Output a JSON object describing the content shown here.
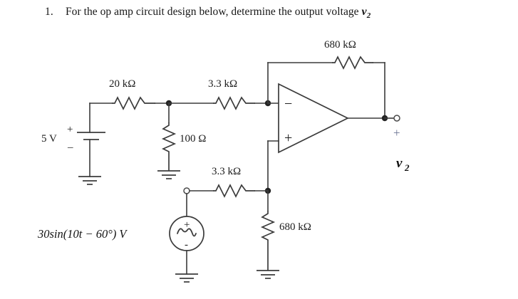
{
  "question": {
    "number": "1.",
    "text_before": "For the op amp circuit design below, determine the output voltage ",
    "variable": "v",
    "variable_sub": "2"
  },
  "circuit": {
    "title": "op-amp-circuit-schematic",
    "components": {
      "dc_source": {
        "label": "5 V",
        "plus": "+",
        "minus": "_"
      },
      "r_input": {
        "label": "20 kΩ"
      },
      "r_shunt": {
        "label": "100 Ω"
      },
      "r_series_top": {
        "label": "3.3 kΩ"
      },
      "r_feedback": {
        "label": "680 kΩ"
      },
      "r_series_bottom": {
        "label": "3.3 kΩ"
      },
      "r_ground": {
        "label": "680 kΩ"
      },
      "ac_source": {
        "label": "30sin(10t − 60°) V",
        "plus": "+",
        "minus": "-"
      },
      "opamp": {
        "inverting_sign": "−",
        "noninverting_sign": "+"
      },
      "output": {
        "polarity": "+",
        "variable": "v",
        "variable_sub": "2"
      }
    },
    "colors": {
      "wire": "#3b3b3b",
      "node": "#242424",
      "text": "#1a1a1a",
      "polarity_accent": "#6b7494",
      "background": "#ffffff"
    }
  }
}
